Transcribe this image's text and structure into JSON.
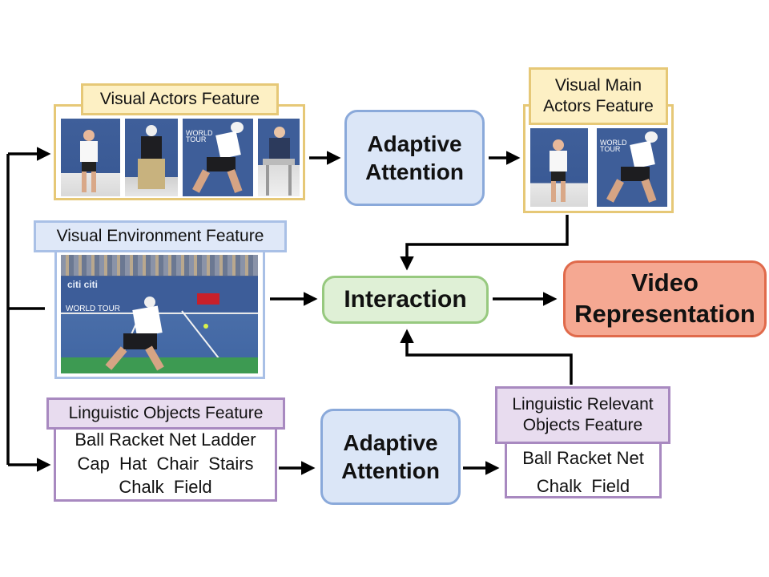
{
  "visual_actors": {
    "label": "Visual Actors Feature"
  },
  "adaptive_top": {
    "line1": "Adaptive",
    "line2": "Attention"
  },
  "visual_main": {
    "line1": "Visual Main",
    "line2": "Actors Feature"
  },
  "visual_env": {
    "label": "Visual Environment Feature"
  },
  "interaction": {
    "label": "Interaction"
  },
  "video": {
    "line1": "Video",
    "line2": "Representation"
  },
  "linguistic_objects": {
    "label": "Linguistic Objects Feature",
    "line1": "Ball Racket Net Ladder",
    "line2": "Cap  Hat  Chair  Stairs",
    "line3": "Chalk  Field"
  },
  "adaptive_bottom": {
    "line1": "Adaptive",
    "line2": "Attention"
  },
  "linguistic_relevant": {
    "line1": "Linguistic Relevant",
    "line2": "Objects Feature",
    "words1": "Ball Racket Net",
    "words2": "Chalk  Field"
  },
  "colors": {
    "yellow_border": "#e6c877",
    "blue_border": "#a9c0e6",
    "purple_border": "#a889c0",
    "attention_fill": "#dbe6f7",
    "interaction_fill": "#dff0d6",
    "video_fill": "#f5a892"
  }
}
